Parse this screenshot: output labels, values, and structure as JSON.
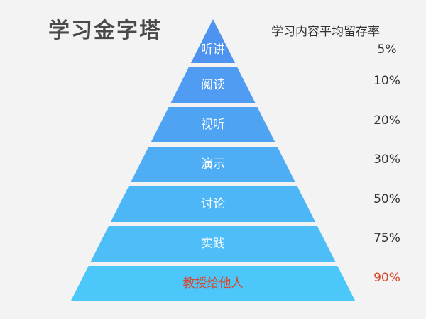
{
  "title": "学习金字塔",
  "header": "学习内容平均留存率",
  "colors": {
    "top": "#4f93f0",
    "bottom": "#4cc7f9",
    "label_text": "#ffffff",
    "highlight_text": "#d9442a",
    "rate_text": "#333333"
  },
  "levels": [
    {
      "label": "听讲",
      "rate": "5%"
    },
    {
      "label": "阅读",
      "rate": "10%"
    },
    {
      "label": "视听",
      "rate": "20%"
    },
    {
      "label": "演示",
      "rate": "30%"
    },
    {
      "label": "讨论",
      "rate": "50%"
    },
    {
      "label": "实践",
      "rate": "75%"
    },
    {
      "label": "教授给他人",
      "rate": "90%",
      "highlight": true
    }
  ]
}
